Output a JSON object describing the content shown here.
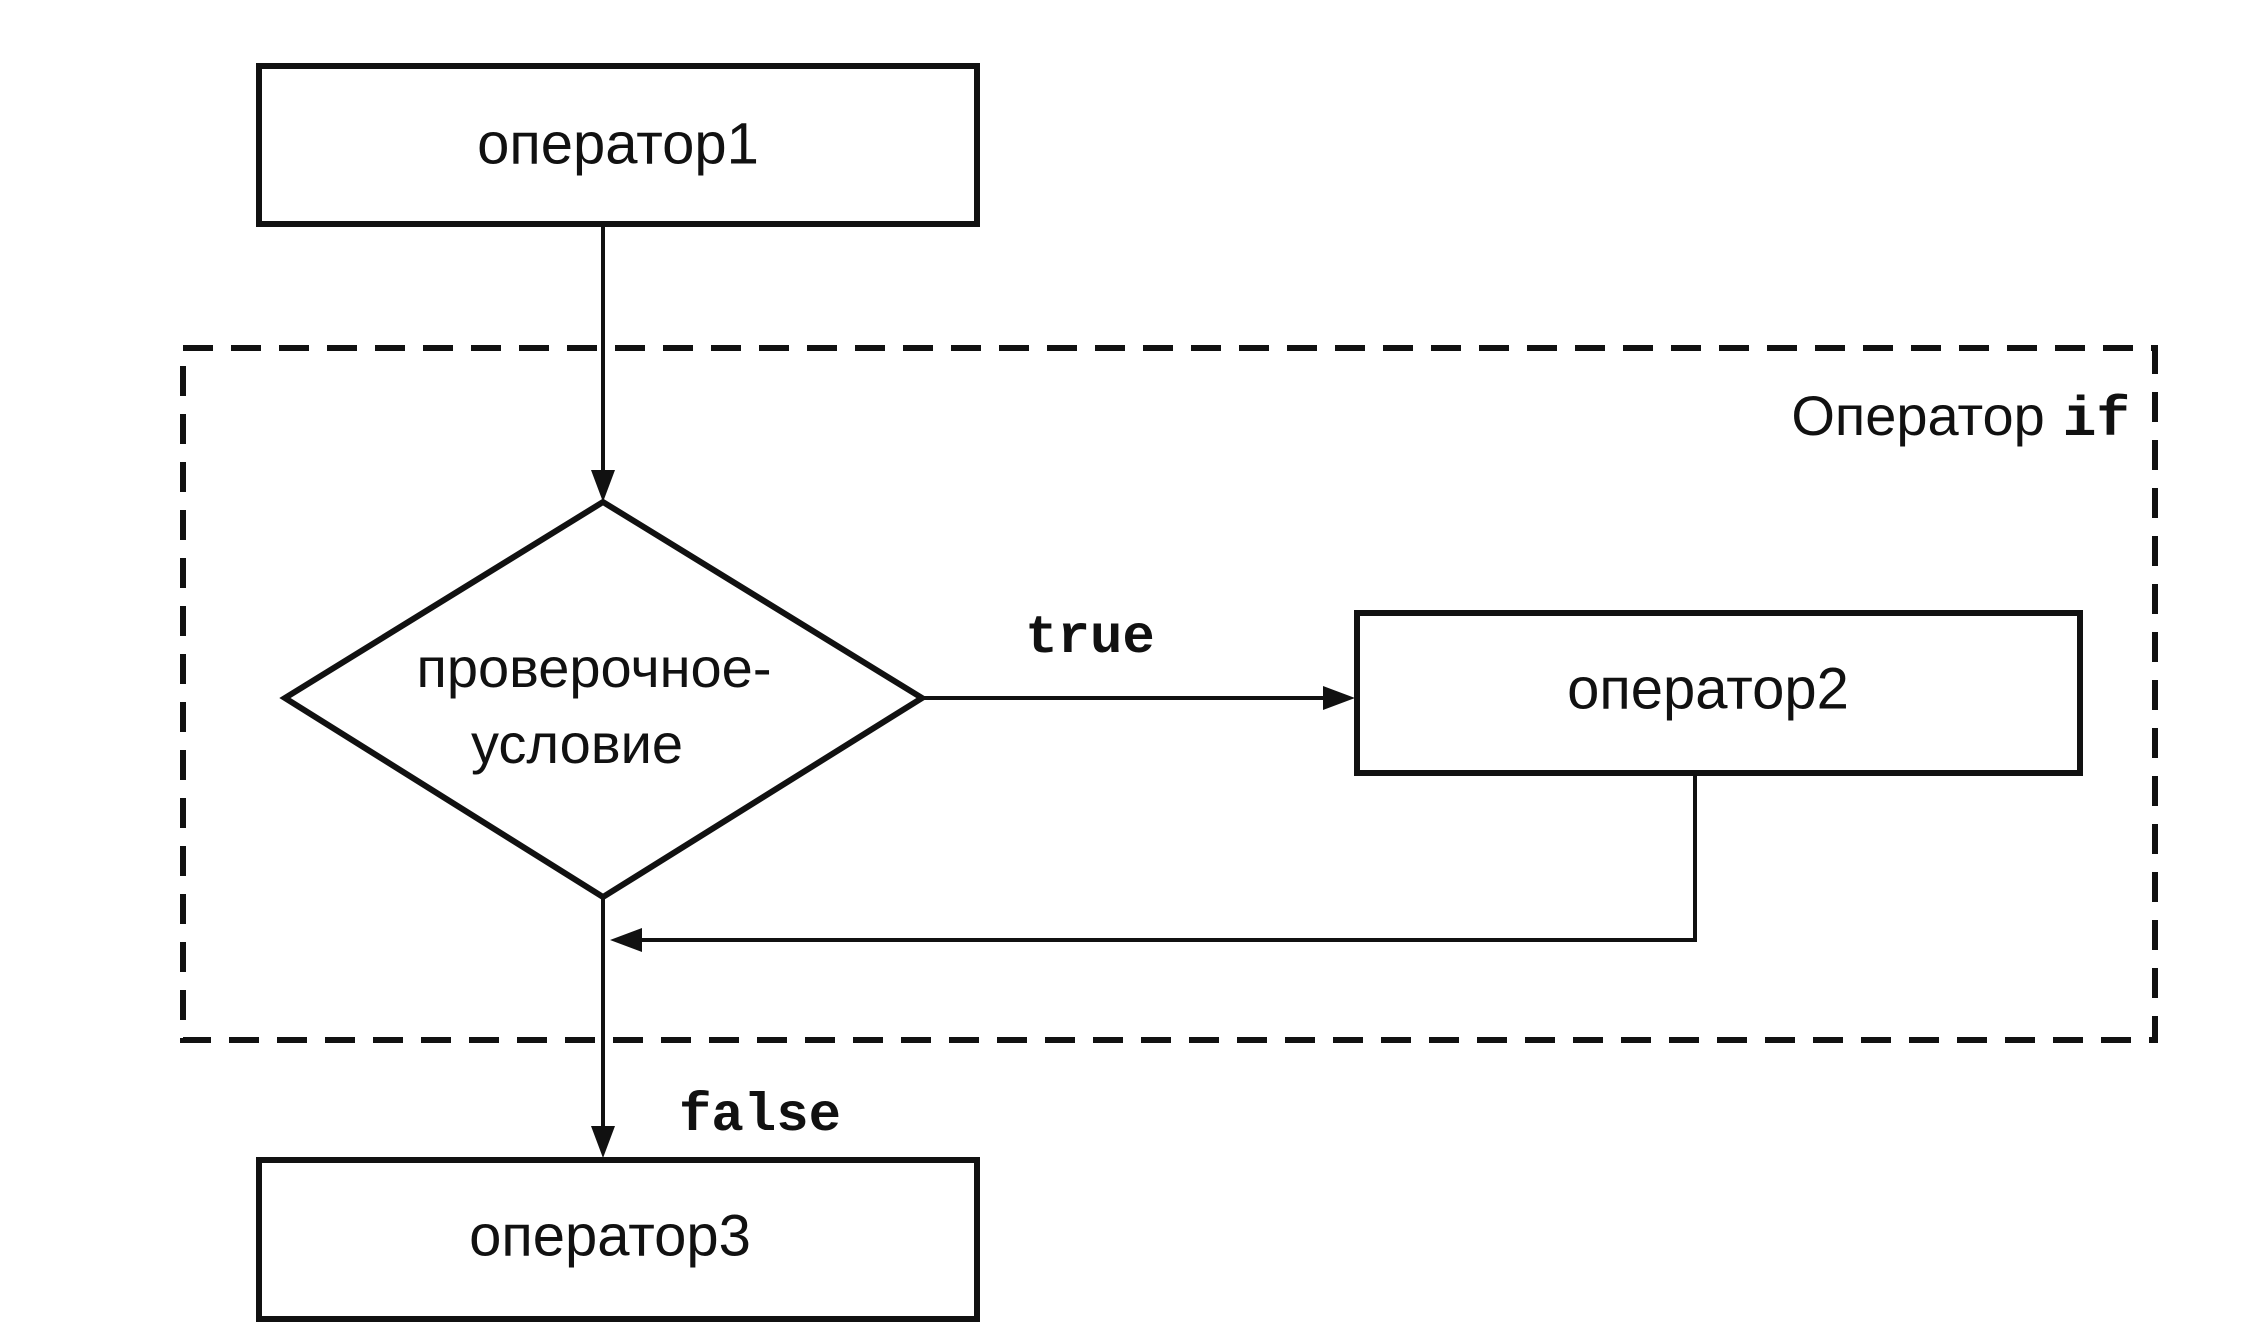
{
  "diagram": {
    "operator1": "оператор1",
    "condition_line1": "проверочное-",
    "condition_line2": "условие",
    "true_label": "true",
    "operator2": "оператор2",
    "false_label": "false",
    "operator3": "оператор3",
    "group_label_text": "Оператор",
    "group_label_keyword": "if"
  }
}
